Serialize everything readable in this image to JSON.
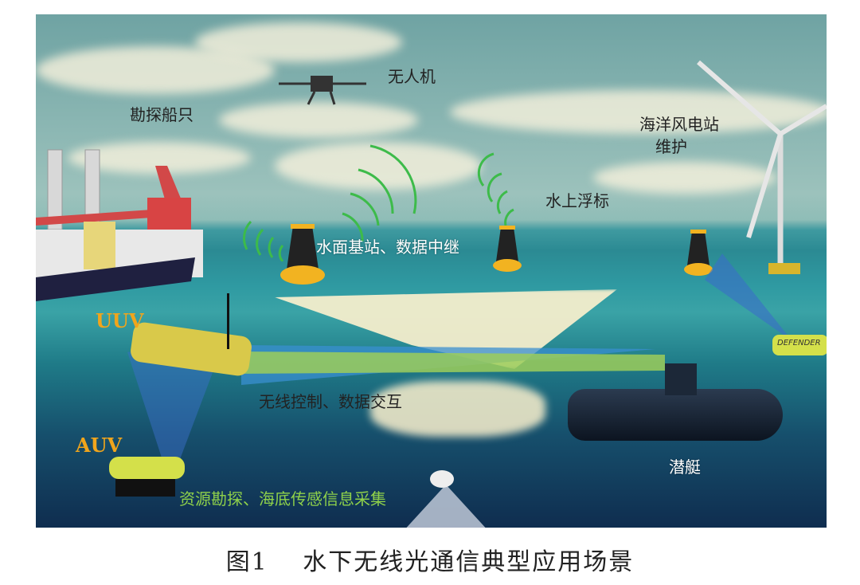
{
  "figure": {
    "caption": "图1　 水下无线光通信典型应用场景",
    "labels": {
      "survey_ship": "勘探船只",
      "drone": "无人机",
      "wind_farm_line1": "海洋风电站",
      "wind_farm_line2": "维护",
      "surface_buoy": "水上浮标",
      "surface_base_station": "水面基站、数据中继",
      "uuv": "UUV",
      "auv": "AUV",
      "wireless_control": "无线控制、数据交互",
      "resource_exploration": "资源勘探、海底传感信息采集",
      "submarine": "潜艇"
    },
    "device_text": {
      "rov_brand": "DEFENDER"
    },
    "colors": {
      "signal_green": "#3dbb4a",
      "label_orange": "#f0a51c",
      "label_green": "#8fd14a",
      "buoy_yellow": "#f2b321",
      "beam_blue": "#3a8fd0",
      "beam_green": "#9ccc5a"
    }
  }
}
